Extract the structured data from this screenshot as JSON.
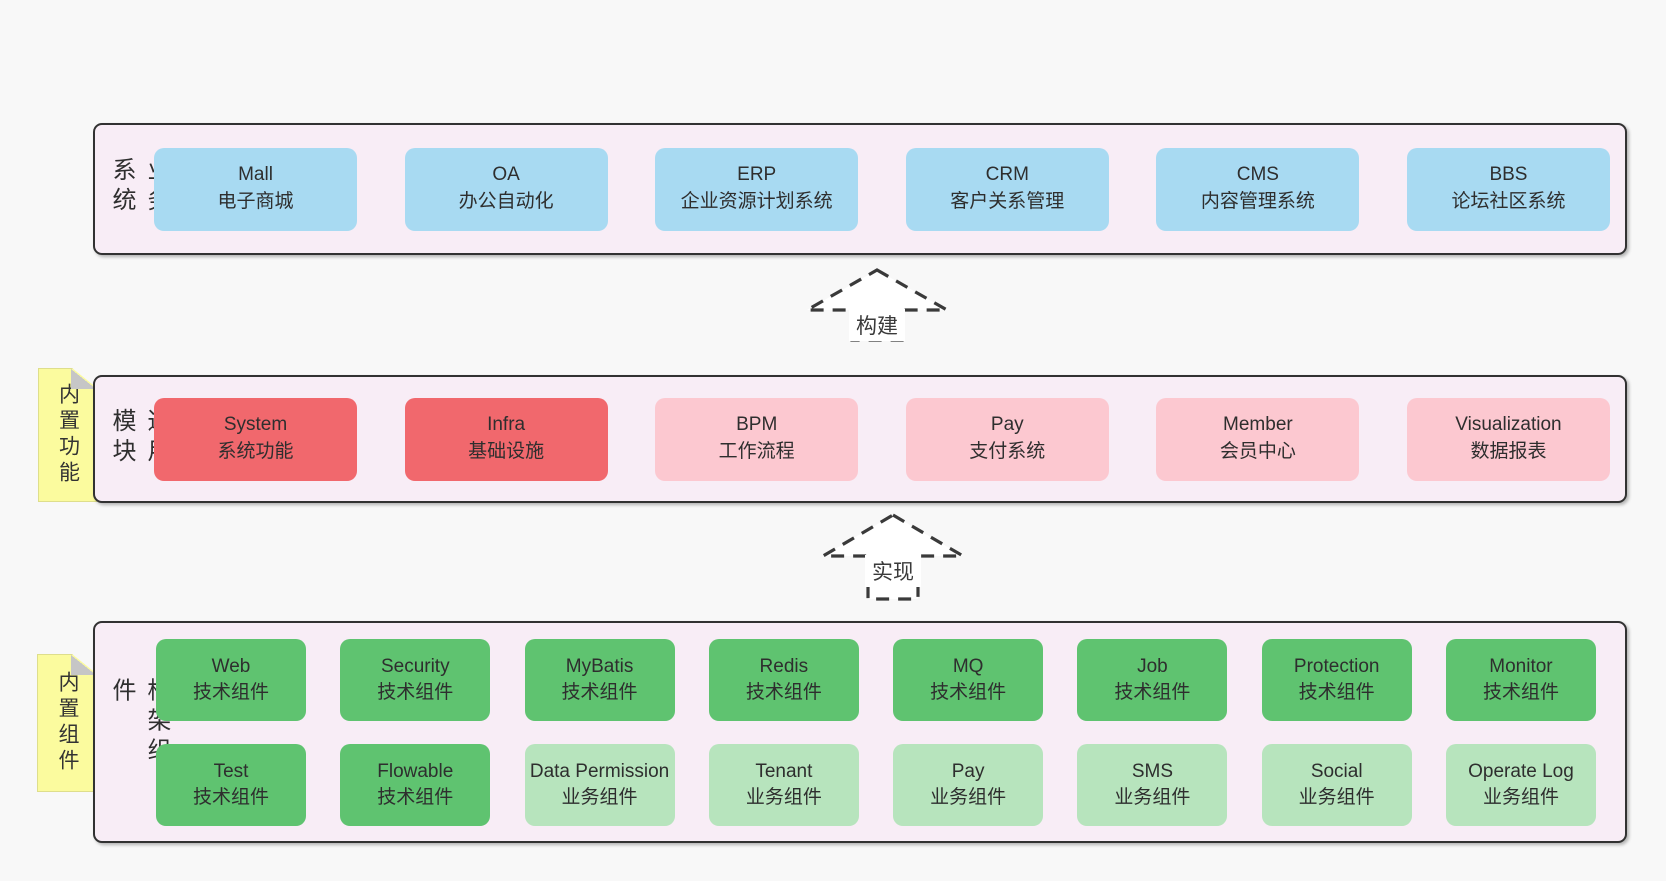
{
  "colors": {
    "page_bg": "#f8f8f8",
    "container_bg": "#f8edf6",
    "container_border": "#323232",
    "blue_box": "#a8daf2",
    "red_box": "#f1686d",
    "pink_box": "#fcc8d0",
    "green_box": "#5fc370",
    "light_green_box": "#b7e4bd",
    "sticky_note": "#fbfb9e",
    "arrow_dash": "#3a3a3a"
  },
  "arrows": [
    {
      "label": "构建",
      "direction": "up"
    },
    {
      "label": "实现",
      "direction": "up"
    }
  ],
  "layers": [
    {
      "label": "业务系统",
      "sticky": null,
      "rows": [
        [
          {
            "name": "Mall",
            "desc": "电子商城",
            "color": "blue"
          },
          {
            "name": "OA",
            "desc": "办公自动化",
            "color": "blue"
          },
          {
            "name": "ERP",
            "desc": "企业资源计划系统",
            "color": "blue"
          },
          {
            "name": "CRM",
            "desc": "客户关系管理",
            "color": "blue"
          },
          {
            "name": "CMS",
            "desc": "内容管理系统",
            "color": "blue"
          },
          {
            "name": "BBS",
            "desc": "论坛社区系统",
            "color": "blue"
          }
        ]
      ]
    },
    {
      "label": "通用模块",
      "sticky": "内置功能",
      "rows": [
        [
          {
            "name": "System",
            "desc": "系统功能",
            "color": "red"
          },
          {
            "name": "Infra",
            "desc": "基础设施",
            "color": "red"
          },
          {
            "name": "BPM",
            "desc": "工作流程",
            "color": "pink"
          },
          {
            "name": "Pay",
            "desc": "支付系统",
            "color": "pink"
          },
          {
            "name": "Member",
            "desc": "会员中心",
            "color": "pink"
          },
          {
            "name": "Visualization",
            "desc": "数据报表",
            "color": "pink"
          }
        ]
      ]
    },
    {
      "label": "框架组件",
      "sticky": "内置组件",
      "rows": [
        [
          {
            "name": "Web",
            "desc": "技术组件",
            "color": "green"
          },
          {
            "name": "Security",
            "desc": "技术组件",
            "color": "green"
          },
          {
            "name": "MyBatis",
            "desc": "技术组件",
            "color": "green"
          },
          {
            "name": "Redis",
            "desc": "技术组件",
            "color": "green"
          },
          {
            "name": "MQ",
            "desc": "技术组件",
            "color": "green"
          },
          {
            "name": "Job",
            "desc": "技术组件",
            "color": "green"
          },
          {
            "name": "Protection",
            "desc": "技术组件",
            "color": "green"
          },
          {
            "name": "Monitor",
            "desc": "技术组件",
            "color": "green"
          }
        ],
        [
          {
            "name": "Test",
            "desc": "技术组件",
            "color": "green"
          },
          {
            "name": "Flowable",
            "desc": "技术组件",
            "color": "green"
          },
          {
            "name": "Data Permission",
            "desc": "业务组件",
            "color": "lightgreen"
          },
          {
            "name": "Tenant",
            "desc": "业务组件",
            "color": "lightgreen"
          },
          {
            "name": "Pay",
            "desc": "业务组件",
            "color": "lightgreen"
          },
          {
            "name": "SMS",
            "desc": "业务组件",
            "color": "lightgreen"
          },
          {
            "name": "Social",
            "desc": "业务组件",
            "color": "lightgreen"
          },
          {
            "name": "Operate Log",
            "desc": "业务组件",
            "color": "lightgreen"
          }
        ]
      ]
    }
  ]
}
